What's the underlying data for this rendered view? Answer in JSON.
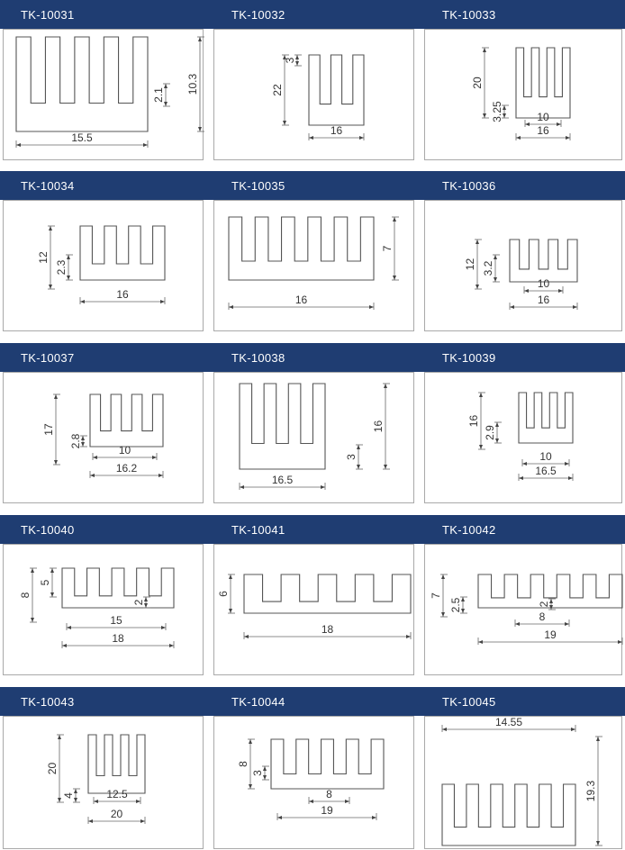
{
  "colors": {
    "header": "#1f3d72",
    "line": "#555555"
  },
  "products": [
    {
      "code": "TK-10031",
      "dims": [
        "15.5",
        "10.3",
        "2.1"
      ]
    },
    {
      "code": "TK-10032",
      "dims": [
        "22",
        "3",
        "16"
      ]
    },
    {
      "code": "TK-10033",
      "dims": [
        "20",
        "3.25",
        "10",
        "16"
      ]
    },
    {
      "code": "TK-10034",
      "dims": [
        "12",
        "2.3",
        "16"
      ]
    },
    {
      "code": "TK-10035",
      "dims": [
        "7",
        "16"
      ]
    },
    {
      "code": "TK-10036",
      "dims": [
        "12",
        "3.2",
        "10",
        "16"
      ]
    },
    {
      "code": "TK-10037",
      "dims": [
        "17",
        "2.8",
        "10",
        "16.2"
      ]
    },
    {
      "code": "TK-10038",
      "dims": [
        "16",
        "3",
        "16.5"
      ]
    },
    {
      "code": "TK-10039",
      "dims": [
        "16",
        "2.9",
        "10",
        "16.5"
      ]
    },
    {
      "code": "TK-10040",
      "dims": [
        "8",
        "5",
        "2",
        "15",
        "18"
      ]
    },
    {
      "code": "TK-10041",
      "dims": [
        "6",
        "18"
      ]
    },
    {
      "code": "TK-10042",
      "dims": [
        "7",
        "2.5",
        "2",
        "8",
        "19"
      ]
    },
    {
      "code": "TK-10043",
      "dims": [
        "20",
        "4",
        "12.5",
        "20"
      ]
    },
    {
      "code": "TK-10044",
      "dims": [
        "8",
        "3",
        "8",
        "19"
      ]
    },
    {
      "code": "TK-10045",
      "dims": [
        "14.55",
        "19.3"
      ]
    }
  ]
}
